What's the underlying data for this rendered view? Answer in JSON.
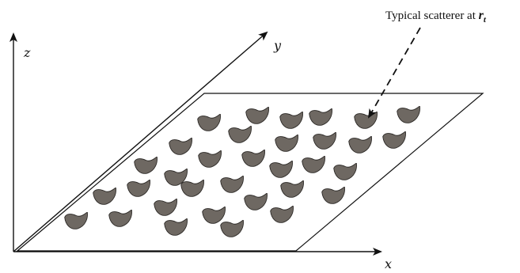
{
  "axes": {
    "x_label": "x",
    "y_label": "y",
    "z_label": "z"
  },
  "annotation": {
    "text": "Typical scatterer at ",
    "symbol": "r",
    "subscript": "t"
  },
  "scatterer": {
    "count": 33,
    "fill": "#6e6862",
    "stroke": "#2b2825"
  },
  "colors": {
    "line": "#111111",
    "plane_fill": "#ffffff"
  }
}
